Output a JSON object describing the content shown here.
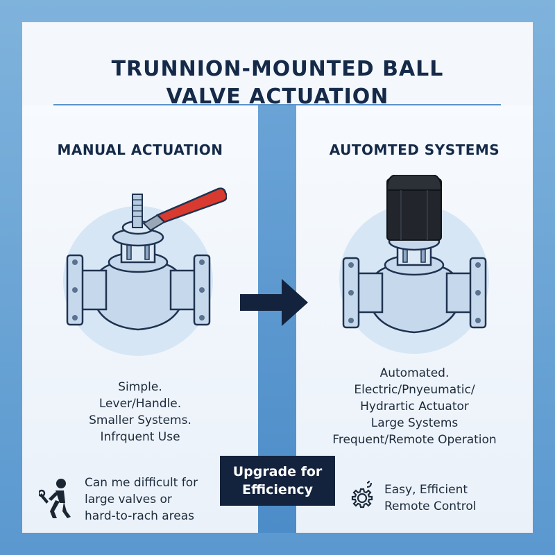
{
  "title": {
    "line1": "TRUNNION-MOUNTED BALL",
    "line2": "VALVE ACTUATION"
  },
  "manual": {
    "heading": "MANUAL ACTUATION",
    "features": [
      "Simple.",
      "Lever/Handle.",
      "Smaller Systems.",
      "Infrquent Use"
    ],
    "note": [
      "Can me difficult for",
      "large valves or",
      "hard-to-rach areas"
    ],
    "note_icon": "person-with-wrench-icon",
    "lever_color": "#d93a2f"
  },
  "automated": {
    "heading": "AUTOMTED SYSTEMS",
    "features": [
      "Automated.",
      "Electric/Pnyeumatic/",
      "Hydrartic Actuator",
      "Large Systems",
      "Frequent/Remote Operation"
    ],
    "note": [
      "Easy, Efficient",
      "Remote Control"
    ],
    "note_icon": "gear-remote-icon",
    "actuator_color": "#22262c"
  },
  "transition": {
    "arrow_icon": "right-arrow-icon",
    "label_line1": "Upgrade for",
    "label_line2": "Efficiency"
  },
  "colors": {
    "navy": "#14233d",
    "valve_body": "#c6d9ec",
    "accent_blue": "#5b93c8"
  }
}
